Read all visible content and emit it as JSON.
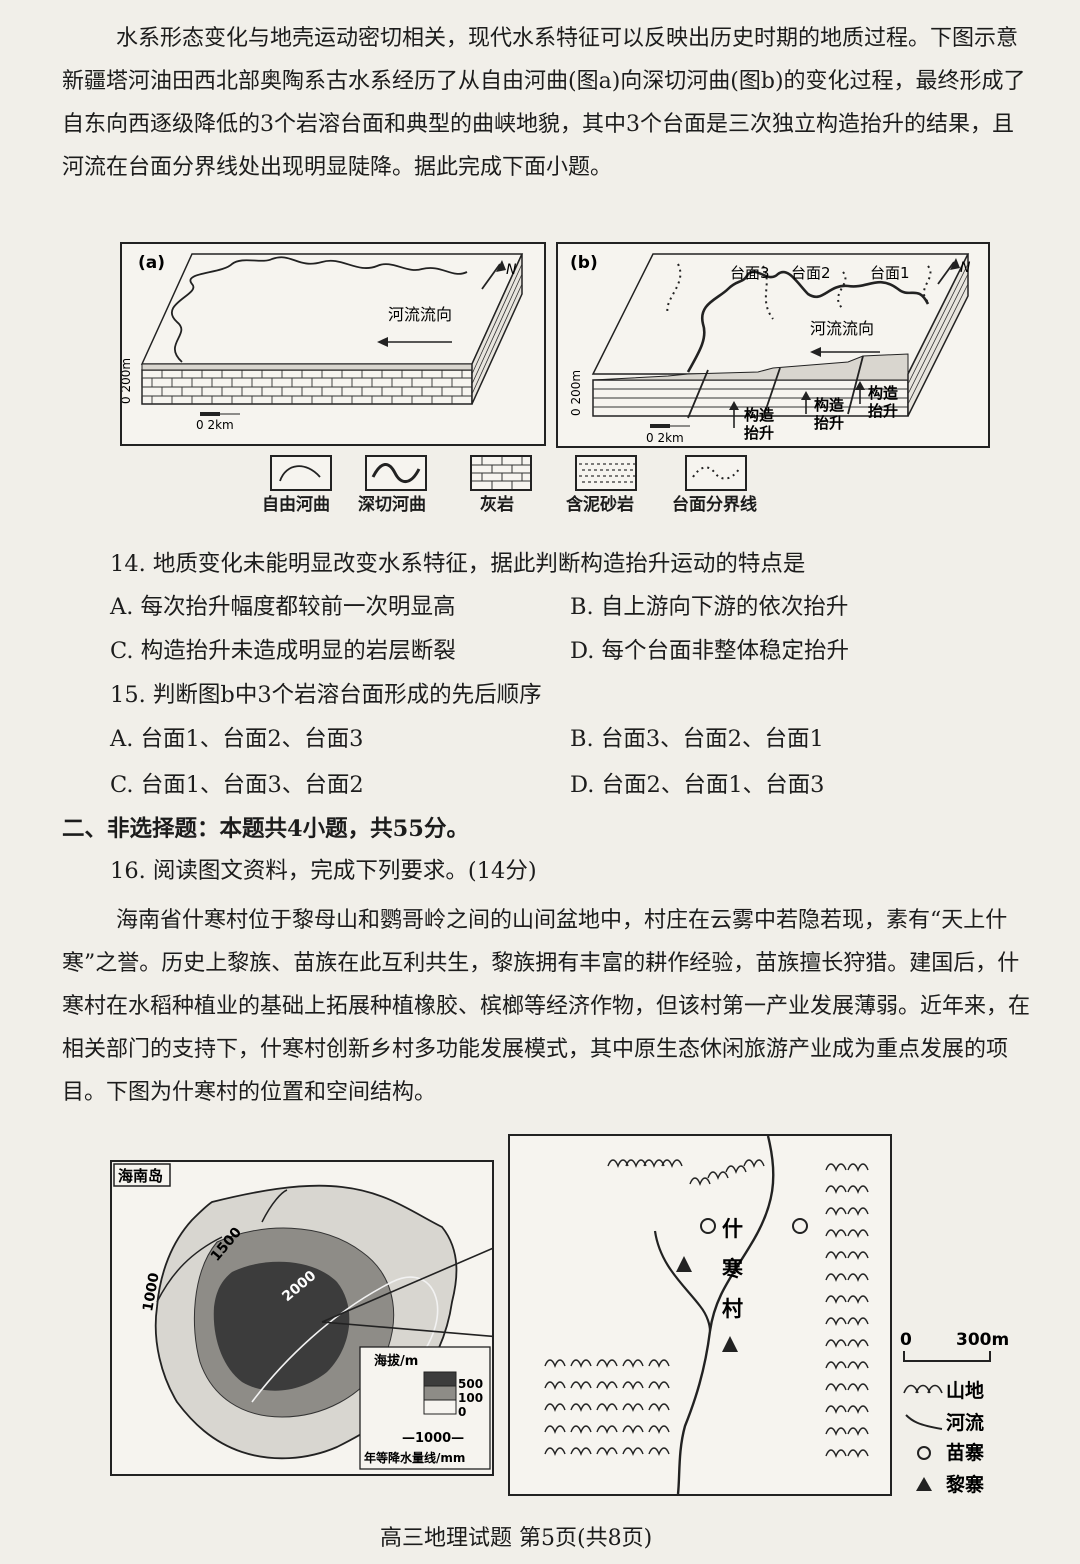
{
  "intro": "水系形态变化与地壳运动密切相关，现代水系特征可以反映出历史时期的地质过程。下图示意新疆塔河油田西北部奥陶系古水系经历了从自由河曲(图a)向深切河曲(图b)的变化过程，最终形成了自东向西逐级降低的3个岩溶台面和典型的曲峡地貌，其中3个台面是三次独立构造抬升的结果，且河流在台面分界线处出现明显陡降。据此完成下面小题。",
  "fig_a": {
    "label": "(a)",
    "flow": "河流流向",
    "north": "N",
    "vscale": "0  200m",
    "hscale": "0  2km"
  },
  "fig_b": {
    "label": "(b)",
    "flow": "河流流向",
    "north": "N",
    "vscale": "0  200m",
    "hscale": "0  2km",
    "t3": "台面3",
    "t2": "台面2",
    "t1": "台面1",
    "uplift_top": "构造",
    "uplift_bottom": "抬升"
  },
  "legend": [
    "自由河曲",
    "深切河曲",
    "灰岩",
    "含泥砂岩",
    "台面分界线"
  ],
  "q14": {
    "stem": "14. 地质变化未能明显改变水系特征，据此判断构造抬升运动的特点是",
    "a": "A. 每次抬升幅度都较前一次明显高",
    "b": "B. 自上游向下游的依次抬升",
    "c": "C. 构造抬升未造成明显的岩层断裂",
    "d": "D. 每个台面非整体稳定抬升"
  },
  "q15": {
    "stem": "15. 判断图b中3个岩溶台面形成的先后顺序",
    "a": "A. 台面1、台面2、台面3",
    "b": "B. 台面3、台面2、台面1",
    "c": "C. 台面1、台面3、台面2",
    "d": "D. 台面2、台面1、台面3"
  },
  "section2": "二、非选择题：本题共4小题，共55分。",
  "q16_stem": "16. 阅读图文资料，完成下列要求。(14分)",
  "q16_text": "海南省什寒村位于黎母山和鹦哥岭之间的山间盆地中，村庄在云雾中若隐若现，素有“天上什寒”之誉。历史上黎族、苗族在此互利共生，黎族拥有丰富的耕作经验，苗族擅长狩猎。建国后，什寒村在水稻种植业的基础上拓展种植橡胶、槟榔等经济作物，但该村第一产业发展薄弱。近年来，在相关部门的支持下，什寒村创新乡村多功能发展模式，其中原生态休闲旅游产业成为重点发展的项目。下图为什寒村的位置和空间结构。",
  "map_left": {
    "title": "海南岛",
    "c1000": "1000",
    "c1500": "1500",
    "c2000": "2000",
    "elev_title": "海拔/m",
    "e500": "500",
    "e100": "100",
    "e0": "0",
    "iso_sample": "—1000—",
    "iso_label": "年等降水量线/mm"
  },
  "map_right": {
    "village": [
      "什",
      "寒",
      "村"
    ],
    "scale0": "0",
    "scale_len": "300m",
    "leg_mountain": "山地",
    "leg_river": "河流",
    "leg_miao": "苗寨",
    "leg_li": "黎寨"
  },
  "footer": "高三地理试题  第5页(共8页)"
}
